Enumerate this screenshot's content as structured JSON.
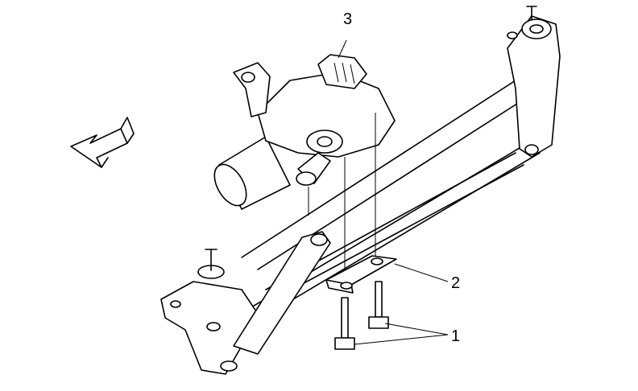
{
  "callouts": [
    {
      "id": "callout-1",
      "number": "1",
      "part": "bolt"
    },
    {
      "id": "callout-2",
      "number": "2",
      "part": "mounting-bracket"
    },
    {
      "id": "callout-3",
      "number": "3",
      "part": "wiper-motor"
    }
  ],
  "icons": {
    "direction": "forward-arrow-icon"
  }
}
